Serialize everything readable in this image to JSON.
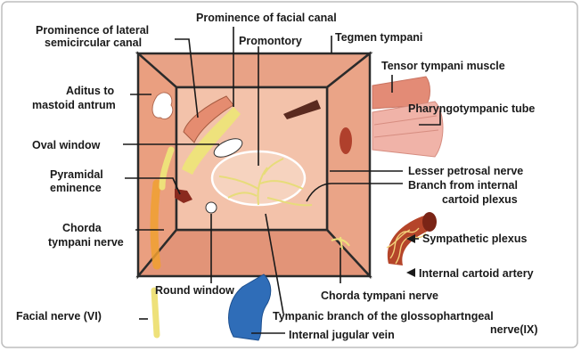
{
  "labels": {
    "prominence_lateral_1": "Prominence of lateral",
    "prominence_lateral_2": "semicircular canal",
    "prominence_facial": "Prominence of facial canal",
    "promontory": "Promontory",
    "tegmen": "Tegmen tympani",
    "tensor": "Tensor tympani muscle",
    "aditus_1": "Aditus to",
    "aditus_2": "mastoid antrum",
    "pharyngotympanic": "Pharyngotympanic tube",
    "oval_window": "Oval window",
    "pyramidal_1": "Pyramidal",
    "pyramidal_2": "eminence",
    "lesser_petrosal": "Lesser petrosal nerve",
    "branch_carotid_1": "Branch from internal",
    "branch_carotid_2": "cartoid plexus",
    "chorda_left_1": "Chorda",
    "chorda_left_2": "tympani nerve",
    "sympathetic": "Sympathetic plexus",
    "internal_carotid": "Internal cartoid artery",
    "round_window": "Round window",
    "chorda_right": "Chorda tympani nerve",
    "facial_nerve": "Facial nerve (VI)",
    "tympanic_branch_1": "Tympanic branch of the glossophartngeal",
    "tympanic_branch_2": "nerve(IX)",
    "jugular": "Internal jugular vein"
  },
  "colors": {
    "frame": "#2b2b2b",
    "wall": "#e9a48a",
    "inner_wall": "#f1bca5",
    "floor": "#e39c80",
    "nerve": "#eee17a",
    "artery": "#b5452a",
    "vein": "#2f6db8",
    "tube": "#f0b3a8"
  }
}
